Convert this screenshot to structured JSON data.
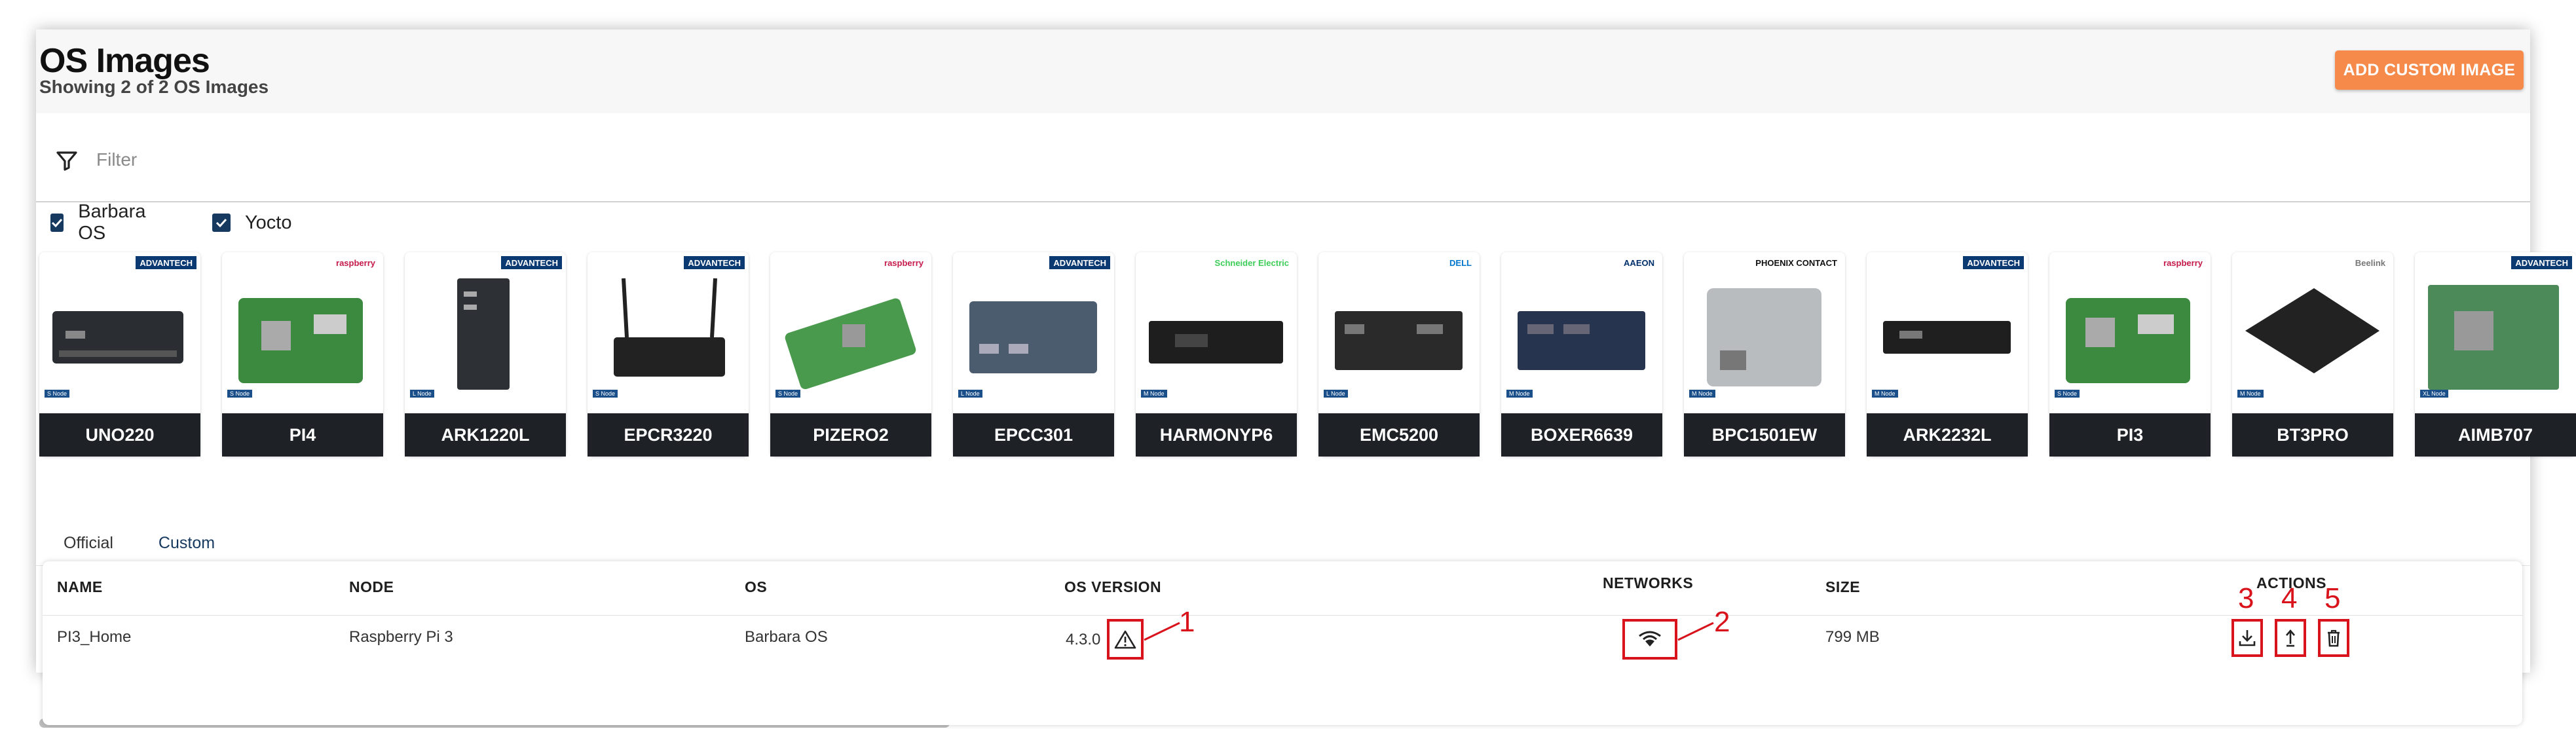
{
  "page": {
    "title": "OS Images",
    "subtitle": "Showing 2 of 2 OS Images",
    "add_button": "ADD CUSTOM IMAGE"
  },
  "filter": {
    "placeholder": "Filter",
    "value": ""
  },
  "os_filters": [
    {
      "label": "Barbara OS",
      "checked": true
    },
    {
      "label": "Yocto",
      "checked": true
    }
  ],
  "devices": [
    {
      "name": "UNO220",
      "brand": "ADVANTECH",
      "size": "S Node"
    },
    {
      "name": "PI4",
      "brand": "raspberry",
      "size": "S Node"
    },
    {
      "name": "ARK1220L",
      "brand": "ADVANTECH",
      "size": "L Node"
    },
    {
      "name": "EPCR3220",
      "brand": "ADVANTECH",
      "size": "S Node"
    },
    {
      "name": "PIZERO2",
      "brand": "raspberry",
      "size": "S Node"
    },
    {
      "name": "EPCC301",
      "brand": "ADVANTECH",
      "size": "L Node"
    },
    {
      "name": "HARMONYP6",
      "brand": "Schneider Electric",
      "size": "M Node"
    },
    {
      "name": "EMC5200",
      "brand": "DELL",
      "size": "L Node"
    },
    {
      "name": "BOXER6639",
      "brand": "AAEON",
      "size": "M Node"
    },
    {
      "name": "BPC1501EW",
      "brand": "PHOENIX CONTACT",
      "size": "M Node"
    },
    {
      "name": "ARK2232L",
      "brand": "ADVANTECH",
      "size": "M Node"
    },
    {
      "name": "PI3",
      "brand": "raspberry",
      "size": "S Node"
    },
    {
      "name": "BT3PRO",
      "brand": "Beelink",
      "size": "M Node"
    },
    {
      "name": "AIMB707",
      "brand": "ADVANTECH",
      "size": "XL Node"
    }
  ],
  "tabs": [
    {
      "label": "Official",
      "active": false
    },
    {
      "label": "Custom",
      "active": true
    }
  ],
  "table": {
    "headers": {
      "name": "NAME",
      "node": "NODE",
      "os": "OS",
      "os_version": "OS VERSION",
      "networks": "NETWORKS",
      "size": "SIZE",
      "actions": "ACTIONS"
    },
    "rows": [
      {
        "name": "PI3_Home",
        "node": "Raspberry Pi 3",
        "os": "Barbara OS",
        "os_version": "4.3.0",
        "version_icon": "warning-triangle-icon",
        "network_icon": "wifi-icon",
        "size": "799 MB",
        "actions": [
          "download-icon",
          "upload-icon",
          "trash-icon"
        ]
      }
    ]
  },
  "callouts": [
    "1",
    "2",
    "3",
    "4",
    "5"
  ],
  "colors": {
    "accent": "#f58a4b",
    "checkbox": "#163a5f",
    "card_label_bg": "#1e2226",
    "callout_red": "#d9131b"
  }
}
